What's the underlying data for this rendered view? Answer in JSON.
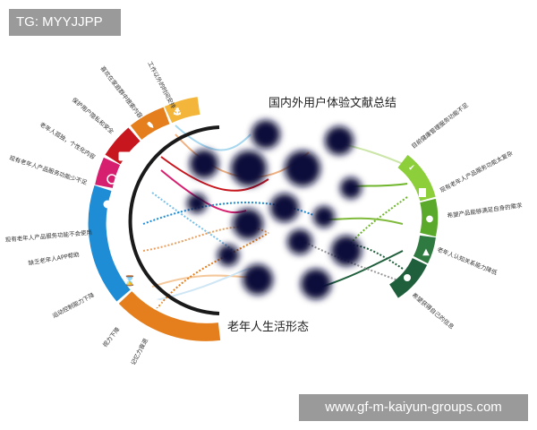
{
  "watermark_top": "TG: MYYJJPP",
  "watermark_bottom": "www.gf-m-kaiyun-groups.com",
  "title_top": "国内外用户体验文献总结",
  "title_bottom": "老年人生活形态",
  "left_labels": [
    "工作以外的时间安排",
    "喜欢在家庭群中搜索内容",
    "保护用户隐私和安全",
    "老年人孤独，个性化内容",
    "现有老年人产品服务功能少不足",
    "现有老年人产品服务功能不会使用",
    "缺乏老年人APP帮助",
    "运动控制能力下降",
    "视力下降",
    "记忆力衰退"
  ],
  "right_labels": [
    "目前健康管理服务功能不足",
    "现有老年人产品服务功能太复杂",
    "希望产品能够满足自身的需求",
    "老年人认知关系能力降低",
    "希望获得自己的信息"
  ],
  "icons_left": [
    "anchor-icon",
    "brush-icon",
    "book-icon",
    "alarm-icon",
    "medal-icon",
    "heart-icon",
    "hourglass-icon",
    "search-icon"
  ],
  "icons_right": [
    "check-icon",
    "document-icon",
    "bulb-icon",
    "graduation-icon",
    "ribbon-icon"
  ],
  "colors": {
    "orange": "#e57f1d",
    "red": "#c7161e",
    "magenta": "#d61f6f",
    "blue": "#1f8dd6",
    "green": "#6fb62d",
    "dark_green": "#1f5f3b",
    "node": "#0e0f3a"
  }
}
